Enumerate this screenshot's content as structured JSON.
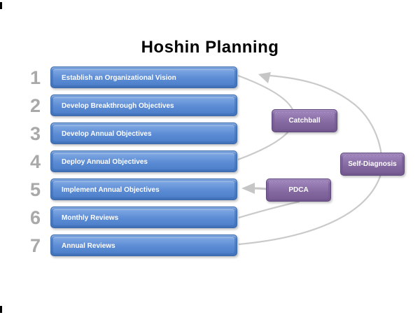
{
  "title": "Hoshin Planning",
  "steps": [
    {
      "number": "1",
      "label": "Establish an Organizational Vision"
    },
    {
      "number": "2",
      "label": "Develop Breakthrough Objectives"
    },
    {
      "number": "3",
      "label": "Develop Annual Objectives"
    },
    {
      "number": "4",
      "label": "Deploy Annual Objectives"
    },
    {
      "number": "5",
      "label": "Implement Annual Objectives"
    },
    {
      "number": "6",
      "label": "Monthly Reviews"
    },
    {
      "number": "7",
      "label": "Annual Reviews"
    }
  ],
  "callouts": [
    {
      "label": "Catchball"
    },
    {
      "label": "Self-Diagnosis"
    },
    {
      "label": "PDCA"
    }
  ],
  "colors": {
    "step_blue": "#4f81bd",
    "callout_purple": "#8064a2",
    "arrow_gray": "#c9c9c9",
    "number_gray": "#a9a9a9",
    "title_black": "#000000"
  }
}
